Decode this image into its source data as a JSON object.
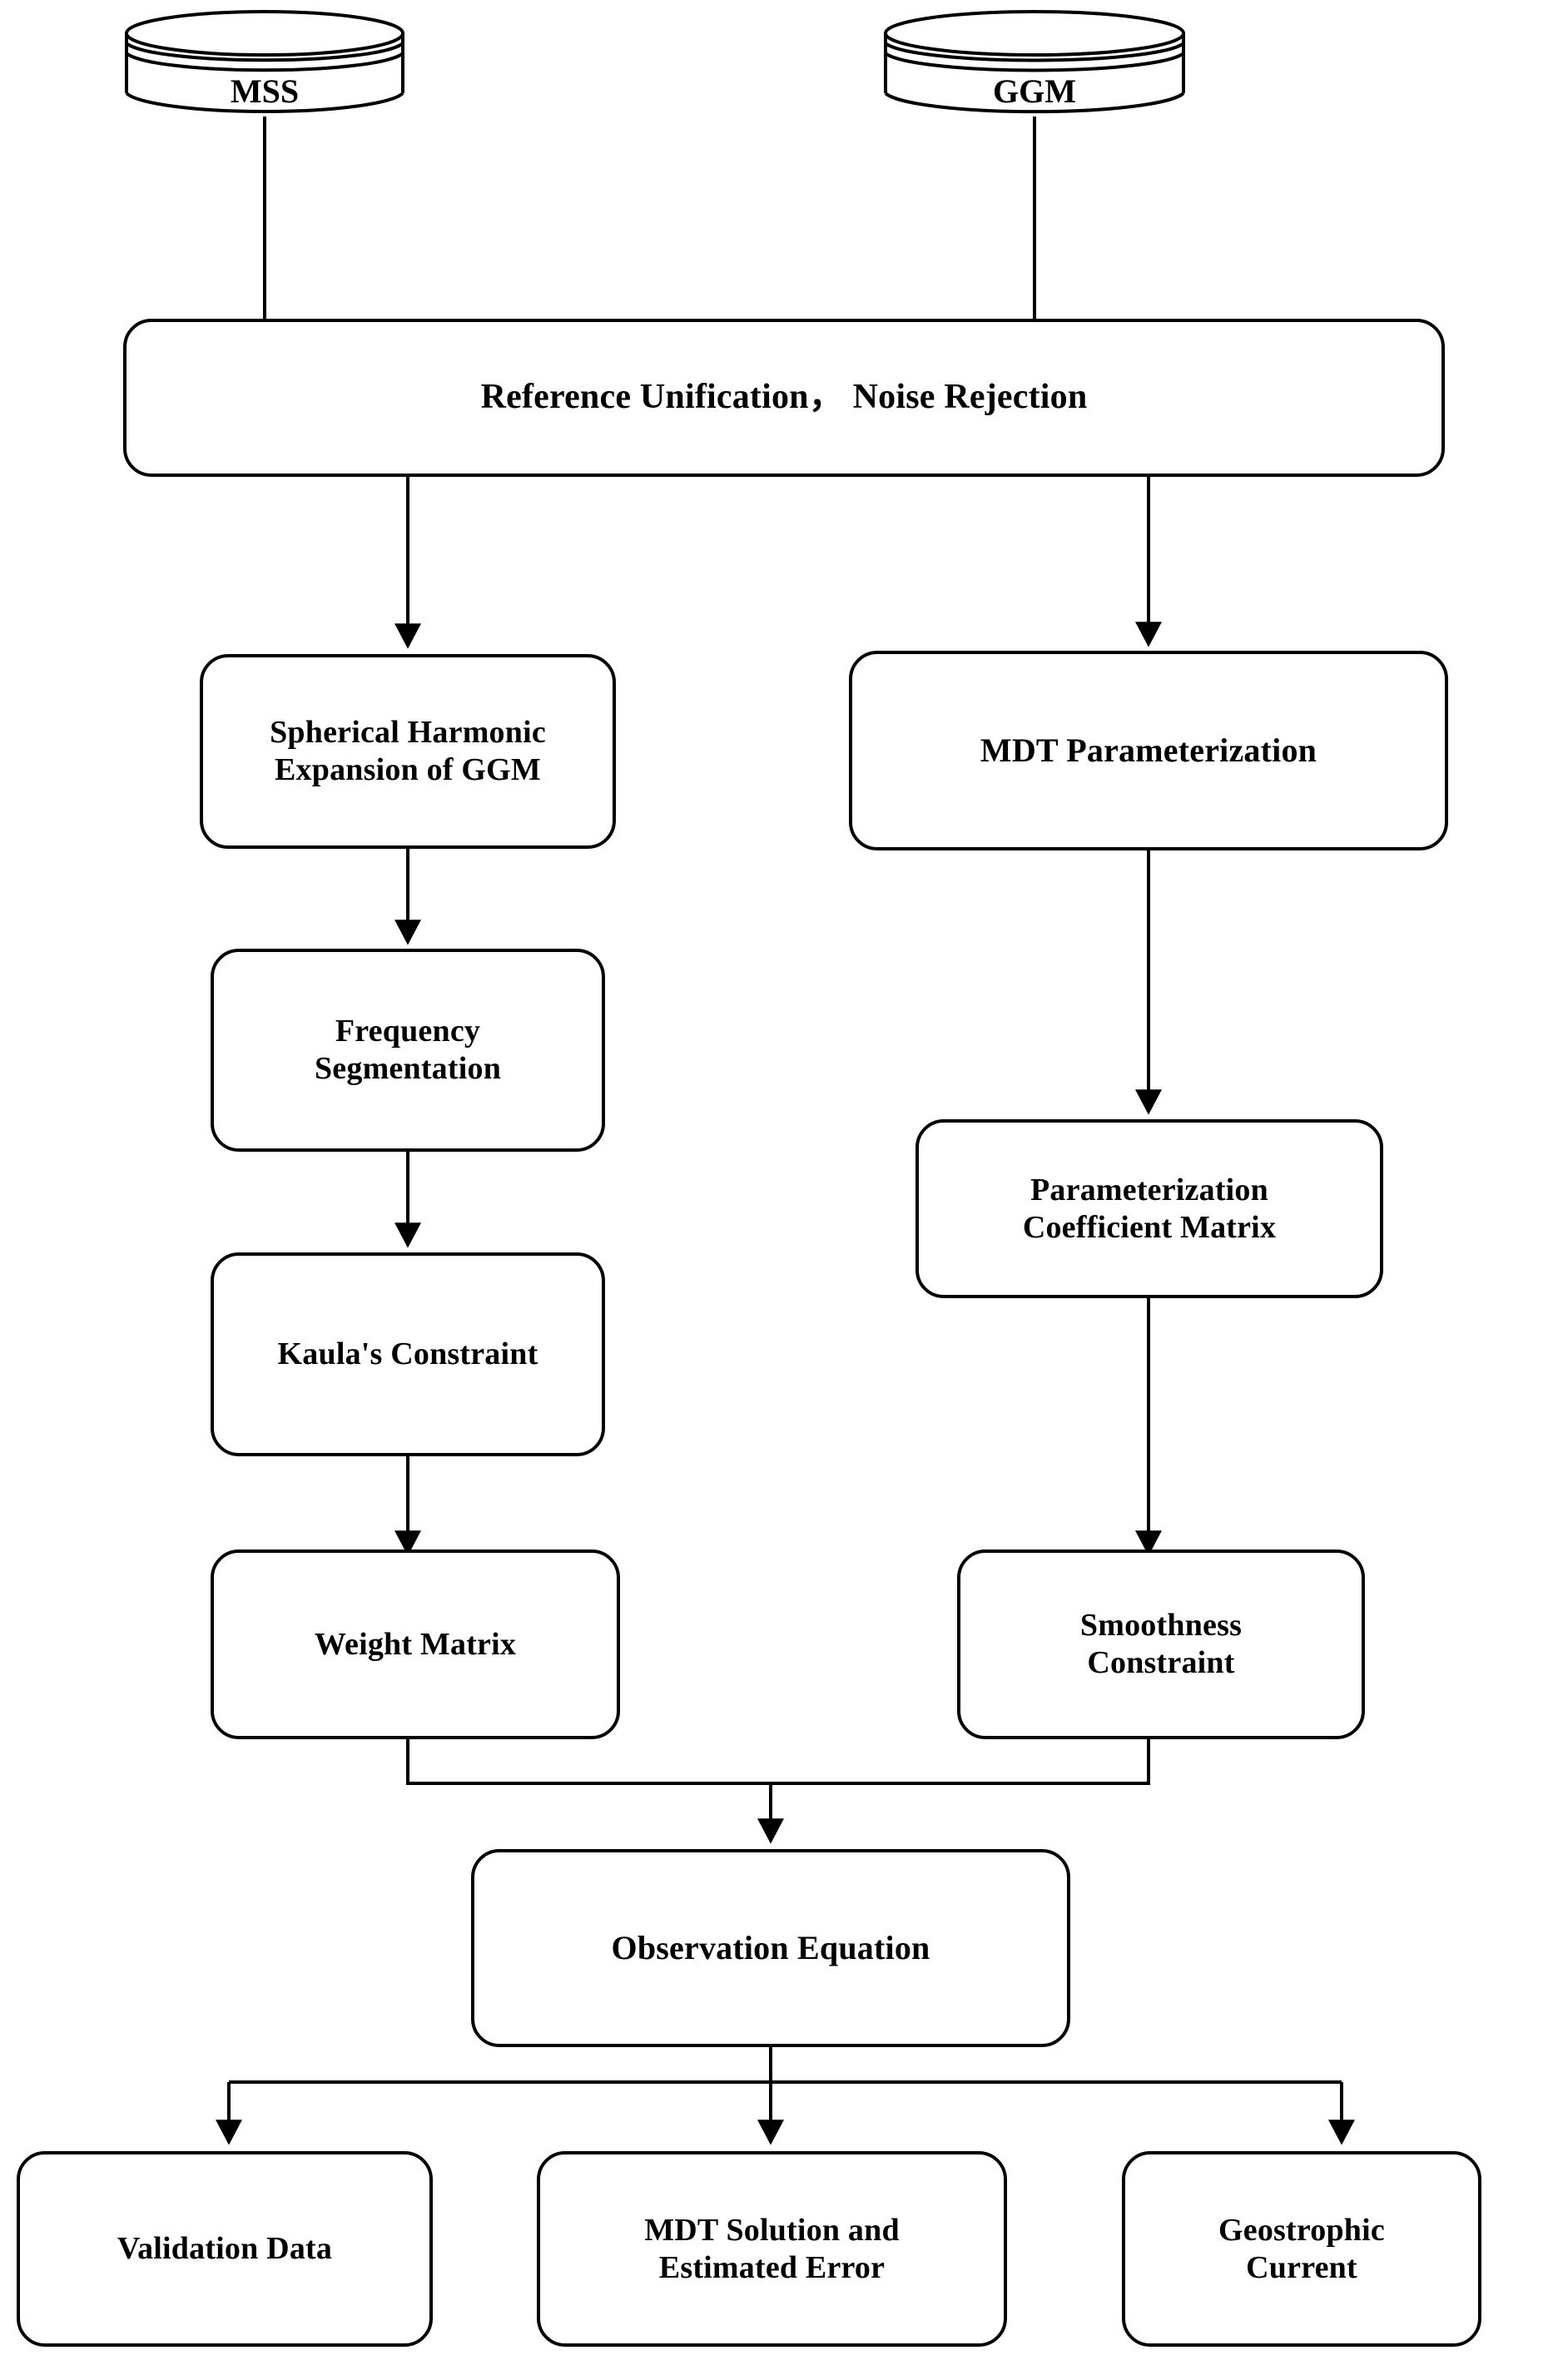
{
  "diagram": {
    "title": "MDT determination flowchart",
    "stroke_color": "#000000",
    "fill_color": "#ffffff",
    "nodes": [
      {
        "id": "mss",
        "shape": "cylinder",
        "label": "MSS"
      },
      {
        "id": "ggm",
        "shape": "cylinder",
        "label": "GGM"
      },
      {
        "id": "refunify",
        "shape": "rounded-rect",
        "label": "Reference Unification，  Noise Rejection"
      },
      {
        "id": "sphexp",
        "shape": "rounded-rect",
        "label": "Spherical Harmonic\nExpansion of GGM"
      },
      {
        "id": "mdtparam",
        "shape": "rounded-rect",
        "label": "MDT Parameterization"
      },
      {
        "id": "freqseg",
        "shape": "rounded-rect",
        "label": "Frequency\nSegmentation"
      },
      {
        "id": "paramcoef",
        "shape": "rounded-rect",
        "label": "Parameterization\nCoefficient Matrix"
      },
      {
        "id": "kaula",
        "shape": "rounded-rect",
        "label": "Kaula's Constraint"
      },
      {
        "id": "weight",
        "shape": "rounded-rect",
        "label": "Weight Matrix"
      },
      {
        "id": "smooth",
        "shape": "rounded-rect",
        "label": "Smoothness\nConstraint"
      },
      {
        "id": "obseq",
        "shape": "rounded-rect",
        "label": "Observation Equation"
      },
      {
        "id": "validation",
        "shape": "rounded-rect",
        "label": "Validation Data"
      },
      {
        "id": "mdtsol",
        "shape": "rounded-rect",
        "label": "MDT Solution and\nEstimated Error"
      },
      {
        "id": "geocur",
        "shape": "rounded-rect",
        "label": "Geostrophic\nCurrent"
      }
    ],
    "edges": [
      {
        "from": "mss",
        "to": "refunify",
        "arrowhead": false
      },
      {
        "from": "ggm",
        "to": "refunify",
        "arrowhead": false
      },
      {
        "from": "refunify",
        "to": "sphexp",
        "arrowhead": true
      },
      {
        "from": "refunify",
        "to": "mdtparam",
        "arrowhead": true
      },
      {
        "from": "sphexp",
        "to": "freqseg",
        "arrowhead": true
      },
      {
        "from": "freqseg",
        "to": "kaula",
        "arrowhead": true
      },
      {
        "from": "kaula",
        "to": "weight",
        "arrowhead": true
      },
      {
        "from": "mdtparam",
        "to": "paramcoef",
        "arrowhead": true
      },
      {
        "from": "paramcoef",
        "to": "smooth",
        "arrowhead": true
      },
      {
        "from": "weight",
        "to": "obseq",
        "arrowhead": true
      },
      {
        "from": "smooth",
        "to": "obseq",
        "arrowhead": true
      },
      {
        "from": "obseq",
        "to": "validation",
        "arrowhead": true
      },
      {
        "from": "obseq",
        "to": "mdtsol",
        "arrowhead": true
      },
      {
        "from": "obseq",
        "to": "geocur",
        "arrowhead": true
      }
    ]
  }
}
